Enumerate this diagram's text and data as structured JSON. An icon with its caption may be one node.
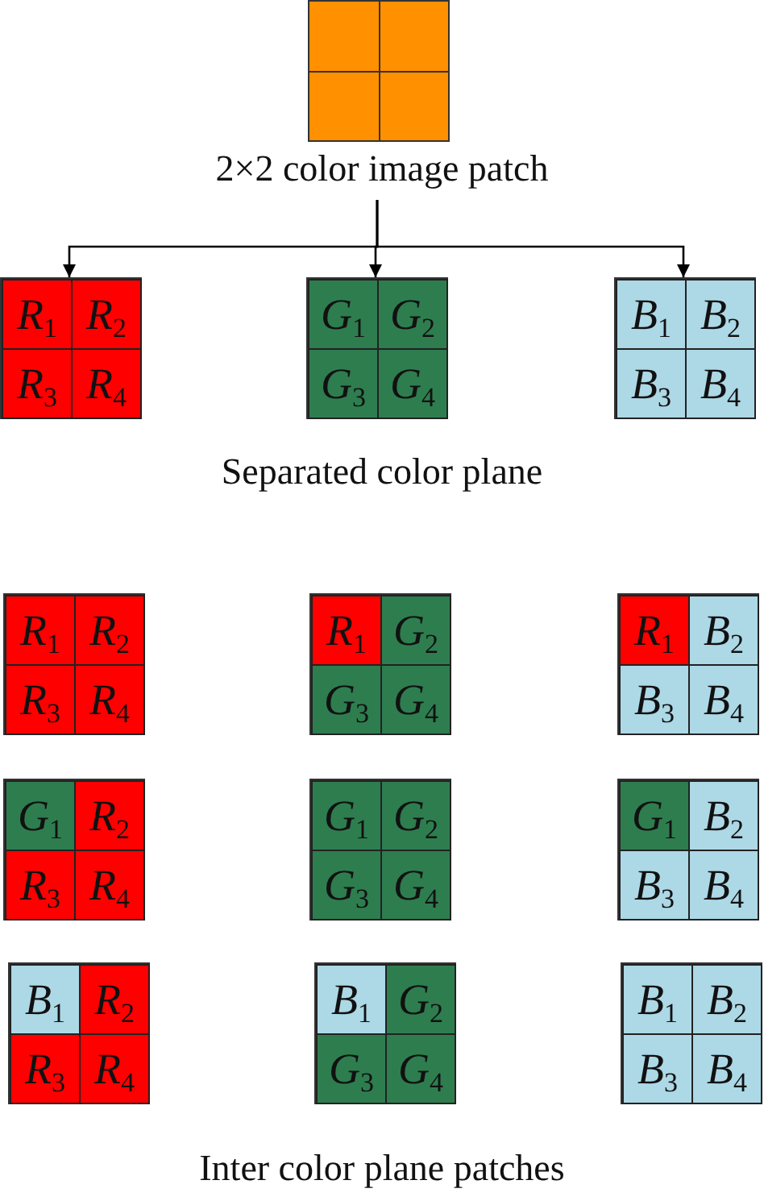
{
  "diagram": {
    "nodes": [
      {
        "text": [],
        "shape": "box",
        "beside": [
          "2×2 color image patch"
        ]
      },
      {
        "text": [
          "*R*$_{1}$",
          "*R*$_{2}$",
          "*R*$_{3}$",
          "*R*$_{4}$"
        ]
      },
      {
        "text": [
          "*G*$_{1}$",
          "*G*$_{2}$",
          "*G*$_{3}$",
          "*G*$_{4}$"
        ]
      },
      {
        "text": [
          "*B*$_{1}$",
          "*B*$_{2}$",
          "*B*$_{3}$",
          "*B*$_{4}$"
        ]
      },
      {
        "text": [
          "*R*$_{1}$",
          "*R*$_{2}$",
          "*R*$_{3}$",
          "*R*$_{4}$"
        ]
      },
      {
        "text": [
          "*R*$_{1}$",
          "*G*$_{2}$",
          "*G*$_{3}$",
          "*G*$_{4}$"
        ]
      },
      {
        "text": [
          "*R*$_{1}$",
          "*B*$_{2}$",
          "*B*$_{3}$",
          "*B*$_{4}$"
        ]
      },
      {
        "text": [
          "*G*$_{1}$",
          "*R*$_{2}$",
          "*R*$_{3}$",
          "*R*$_{4}$"
        ]
      },
      {
        "text": [
          "*G*$_{1}$",
          "*G*$_{2}$",
          "*G*$_{3}$",
          "*G*$_{4}$"
        ]
      },
      {
        "text": [
          "*G*$_{1}$",
          "*B*$_{2}$",
          "*B*$_{3}$",
          "*B*$_{4}$"
        ]
      },
      {
        "text": [
          "*B*$_{1}$",
          "*R*$_{2}$",
          "*R*$_{3}$",
          "*R*$_{4}$"
        ]
      },
      {
        "text": [
          "*B*$_{1}$",
          "*G*$_{2}$",
          "*G*$_{3}$",
          "*G*$_{4}$"
        ]
      },
      {
        "text": [
          "*B*$_{1}$",
          "*B*$_{2}$",
          "*B*$_{3}$",
          "*B*$_{4}$"
        ]
      }
    ],
    "edges": [
      {
        "from": 0,
        "to": 1,
        "arrow": "to"
      },
      {
        "from": 0,
        "to": 2,
        "arrow": "to"
      },
      {
        "from": 0,
        "to": 3,
        "arrow": "to"
      }
    ],
    "labels": [
      "Separated color plane",
      "Inter color plane patches"
    ]
  }
}
